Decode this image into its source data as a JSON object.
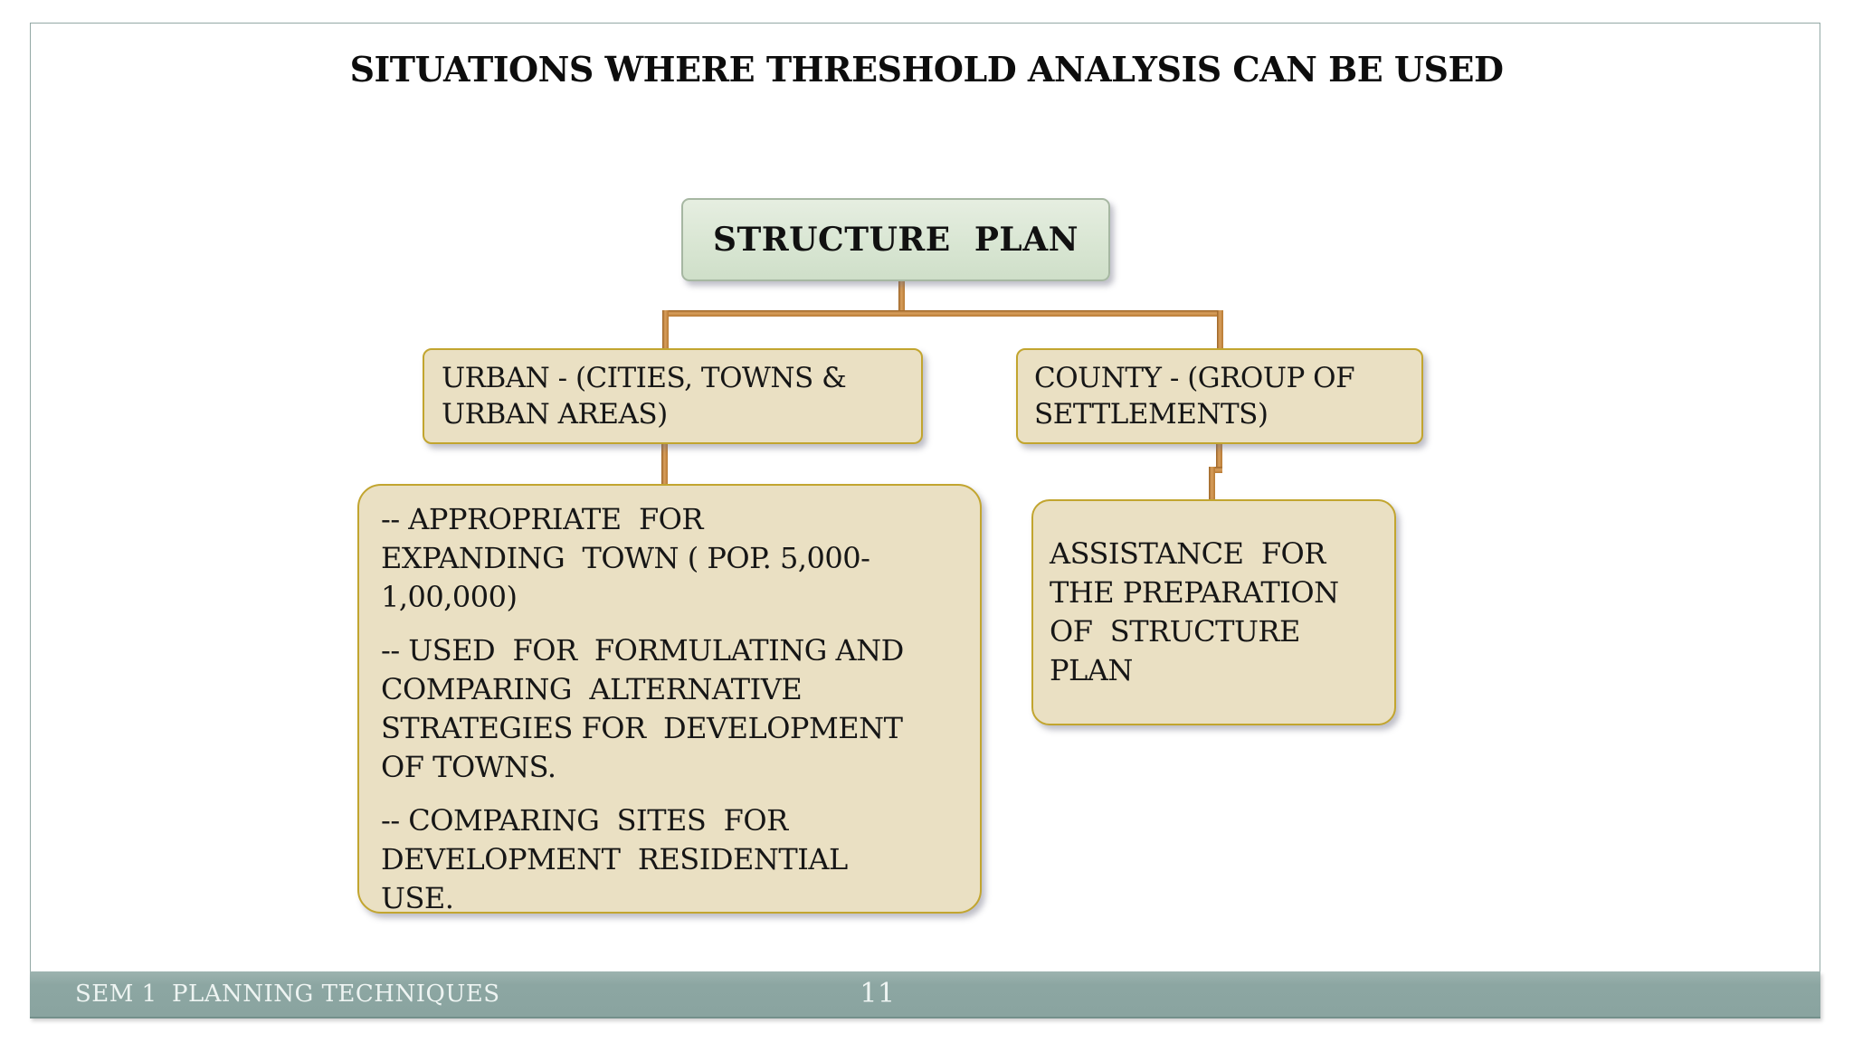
{
  "slide": {
    "title": "SITUATIONS WHERE THRESHOLD ANALYSIS CAN BE USED",
    "diagram": {
      "root_label": "STRUCTURE  PLAN",
      "urban_label": "URBAN - (CITIES, TOWNS &\nURBAN AREAS)",
      "county_label": "COUNTY - (GROUP OF\nSETTLEMENTS)",
      "urban_details": [
        "-- APPROPRIATE  FOR\nEXPANDING  TOWN ( POP. 5,000-\n1,00,000)",
        "-- USED  FOR  FORMULATING AND\nCOMPARING  ALTERNATIVE\nSTRATEGIES FOR  DEVELOPMENT\nOF TOWNS.",
        "-- COMPARING  SITES  FOR\nDEVELOPMENT  RESIDENTIAL\nUSE."
      ],
      "assistance_label": "ASSISTANCE  FOR\nTHE PREPARATION\nOF  STRUCTURE\nPLAN"
    },
    "footer": {
      "course": "SEM 1",
      "subject": "PLANNING TECHNIQUES",
      "page_number": "11"
    },
    "colors": {
      "slide_border": "#93a9a5",
      "footer_bar": "#8ca6a2",
      "footer_text": "#eef4f2",
      "root_box_fill": "#d9e6d3",
      "root_box_border": "#a6b7a2",
      "tan_box_fill": "#eae0c3",
      "tan_box_border": "#c2a52f",
      "connector": "#c0803c",
      "text": "#161616"
    }
  }
}
